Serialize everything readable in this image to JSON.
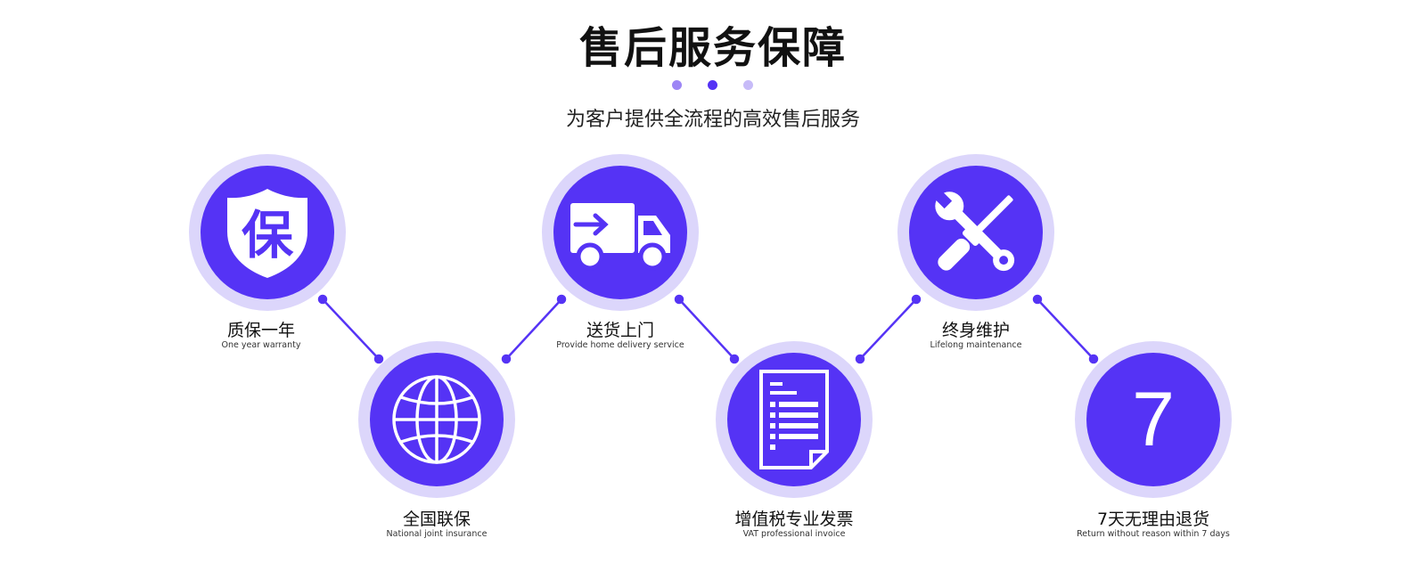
{
  "header": {
    "title": "售后服务保障",
    "subtitle": "为客户提供全流程的高效售后服务"
  },
  "colors": {
    "primary": "#5533f5",
    "ring": "#dcd6fb",
    "dot_light": "#9d86f5",
    "dot_dark": "#5533f5",
    "dot_pale": "#c7bbf8"
  },
  "services": [
    {
      "title": "质保一年",
      "subtitle": "One year warranty",
      "icon": "shield-bao-icon",
      "icon_text": "保"
    },
    {
      "title": "全国联保",
      "subtitle": "National joint insurance",
      "icon": "globe-icon"
    },
    {
      "title": "送货上门",
      "subtitle": "Provide home delivery service",
      "icon": "delivery-truck-icon"
    },
    {
      "title": "增值税专业发票",
      "subtitle": "VAT professional invoice",
      "icon": "invoice-icon"
    },
    {
      "title": "终身维护",
      "subtitle": "Lifelong maintenance",
      "icon": "tools-icon"
    },
    {
      "title": "7天无理由退货",
      "subtitle": "Return without reason within 7 days",
      "icon": "seven-icon",
      "icon_text": "7"
    }
  ]
}
